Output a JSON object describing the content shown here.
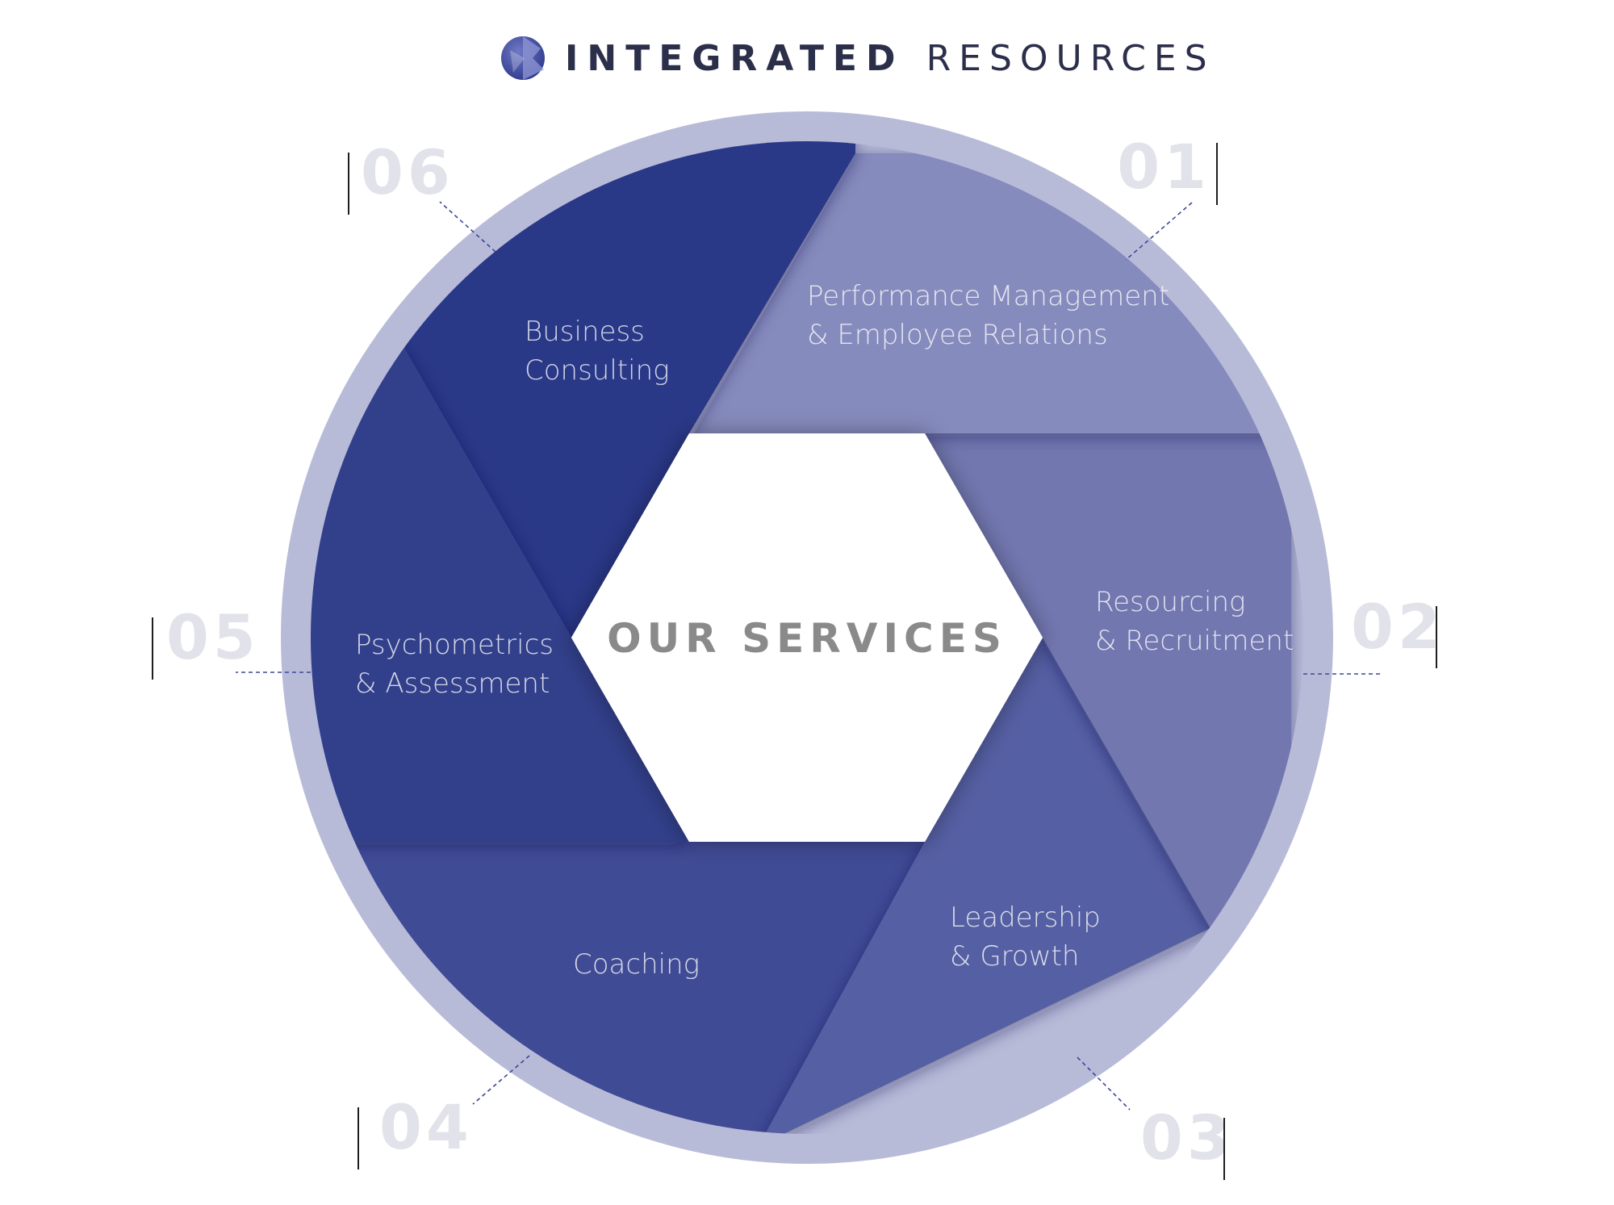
{
  "brand": {
    "name_bold": "INTEGRATED",
    "name_light": "RESOURCES",
    "logo_icon": "sphere-logo-icon"
  },
  "center_title": "OUR SERVICES",
  "colors": {
    "ring": "#b8bbd8",
    "segment_01": "#868bbd",
    "segment_02": "#7277b0",
    "segment_03": "#555fa3",
    "segment_04": "#3f4b96",
    "segment_05": "#33408b",
    "segment_06": "#2b3788",
    "numbers": "#e2e2ea",
    "title": "#8a8a8a"
  },
  "services": [
    {
      "number": "01",
      "lines": [
        "Performance Management",
        "& Employee Relations"
      ]
    },
    {
      "number": "02",
      "lines": [
        "Resourcing",
        "& Recruitment"
      ]
    },
    {
      "number": "03",
      "lines": [
        "Leadership",
        "& Growth"
      ]
    },
    {
      "number": "04",
      "lines": [
        "Coaching"
      ]
    },
    {
      "number": "05",
      "lines": [
        "Psychometrics",
        "& Assessment"
      ]
    },
    {
      "number": "06",
      "lines": [
        "Business",
        "Consulting"
      ]
    }
  ]
}
